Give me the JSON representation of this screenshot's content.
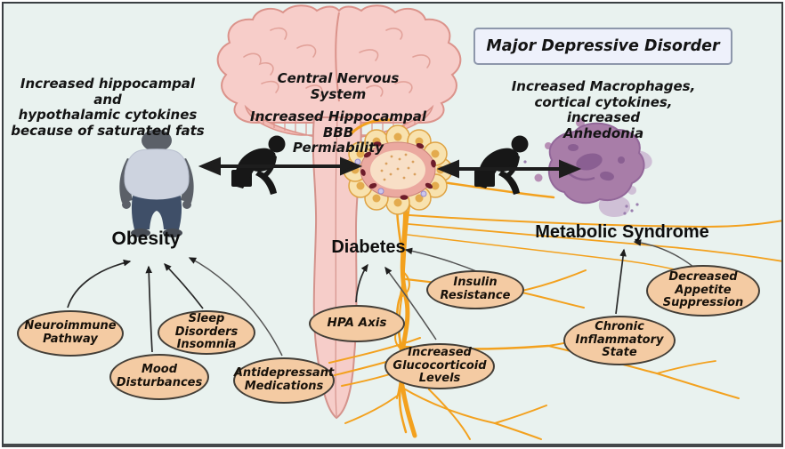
{
  "figure": {
    "title_box": {
      "label": "Major Depressive Disorder"
    },
    "annotations": {
      "left": "Increased hippocampal and\nhypothalamic cytokines\nbecause of saturated fats",
      "cns": "Central Nervous System",
      "bbb": "Increased Hippocampal BBB\nPermiability",
      "right": "Increased Macrophages,\ncortical cytokines, increased\nAnhedonia"
    },
    "headings": {
      "obesity": "Obesity",
      "diabetes": "Diabetes",
      "metabolic_syndrome": "Metabolic Syndrome"
    },
    "bubbles": [
      {
        "id": "neuroimmune-pathway",
        "label": "Neuroimmune\nPathway"
      },
      {
        "id": "sleep-disorders-insomnia",
        "label": "Sleep Disorders\nInsomnia"
      },
      {
        "id": "mood-disturbances",
        "label": "Mood\nDisturbances"
      },
      {
        "id": "antidepressant-medications",
        "label": "Antidepressant\nMedications"
      },
      {
        "id": "hpa-axis",
        "label": "HPA Axis"
      },
      {
        "id": "insulin-resistance",
        "label": "Insulin\nResistance"
      },
      {
        "id": "increased-glucocorticoid-levels",
        "label": "Increased\nGlucocorticoid\nLevels"
      },
      {
        "id": "chronic-inflammatory-state",
        "label": "Chronic\nInflammatory\nState"
      },
      {
        "id": "decreased-appetite-suppression",
        "label": "Decreased\nAppetite\nSuppression"
      }
    ],
    "illustrations": [
      "brain-illustration",
      "spinal-cord-illustration",
      "bbb-vessel-illustration",
      "obese-person-figure",
      "depressed-person-figure-left",
      "depressed-person-figure-right",
      "macrophage-cell-illustration",
      "nerve-fibers"
    ],
    "colors": {
      "background": "#E9F2EF",
      "bubble_fill": "#F4CBA3",
      "bubble_border": "#433E37",
      "nerve_orange": "#F3A11E",
      "brain_pink": "#F7CDC9",
      "macrophage_purple": "#A87DA8",
      "title_box_bg": "#EEF1FB",
      "title_box_border": "#8D97AB",
      "arrow": "#1D1D1D"
    }
  }
}
